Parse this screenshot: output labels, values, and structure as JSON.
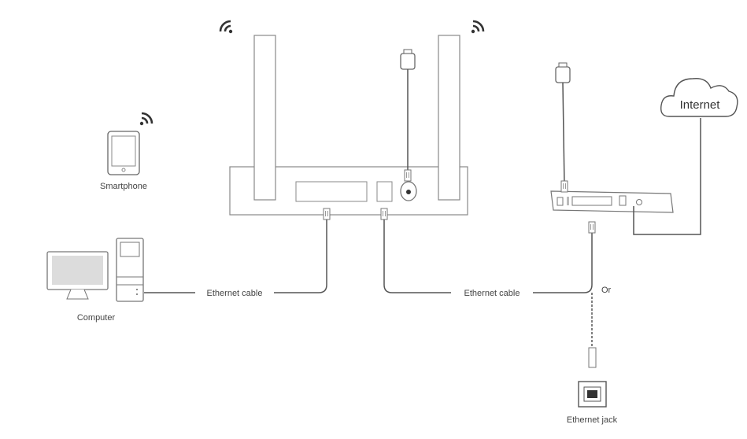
{
  "labels": {
    "smartphone": "Smartphone",
    "computer": "Computer",
    "cable_left": "Ethernet cable",
    "cable_right": "Ethernet cable",
    "or": "Or",
    "ethernet_jack": "Ethernet jack",
    "internet": "Internet"
  },
  "colors": {
    "line": "#555555",
    "outline": "#777777"
  }
}
